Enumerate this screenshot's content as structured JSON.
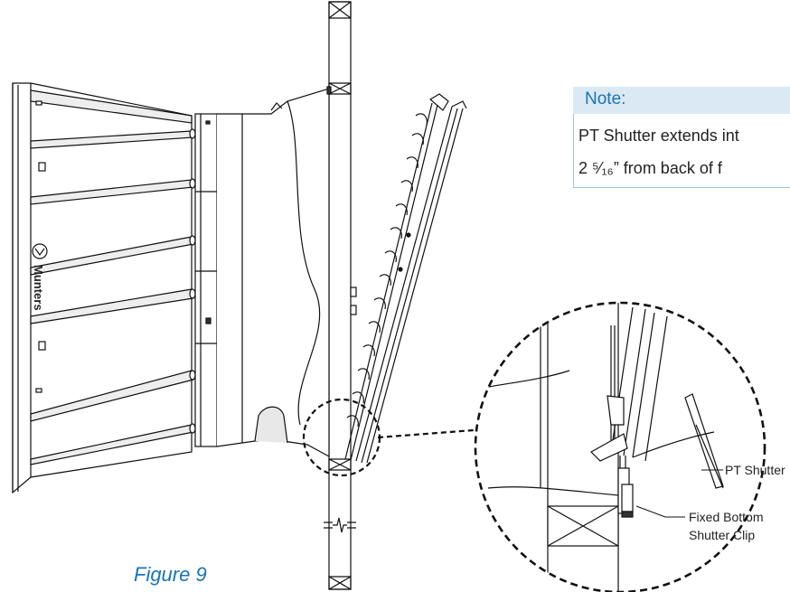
{
  "note": {
    "title": "Note:",
    "line1": "PT Shutter extends int",
    "line2": "2 ⁵⁄₁₆” from back of f"
  },
  "labels": {
    "pt_shutter": "PT Shutter",
    "clip_line1": "Fixed Bottom",
    "clip_line2": "Shutter Clip"
  },
  "fan_brand": "Munters",
  "figure_caption": "Figure 9",
  "colors": {
    "accent": "#1a74b6",
    "note_fill": "#dbe9f4",
    "line": "#111111"
  }
}
